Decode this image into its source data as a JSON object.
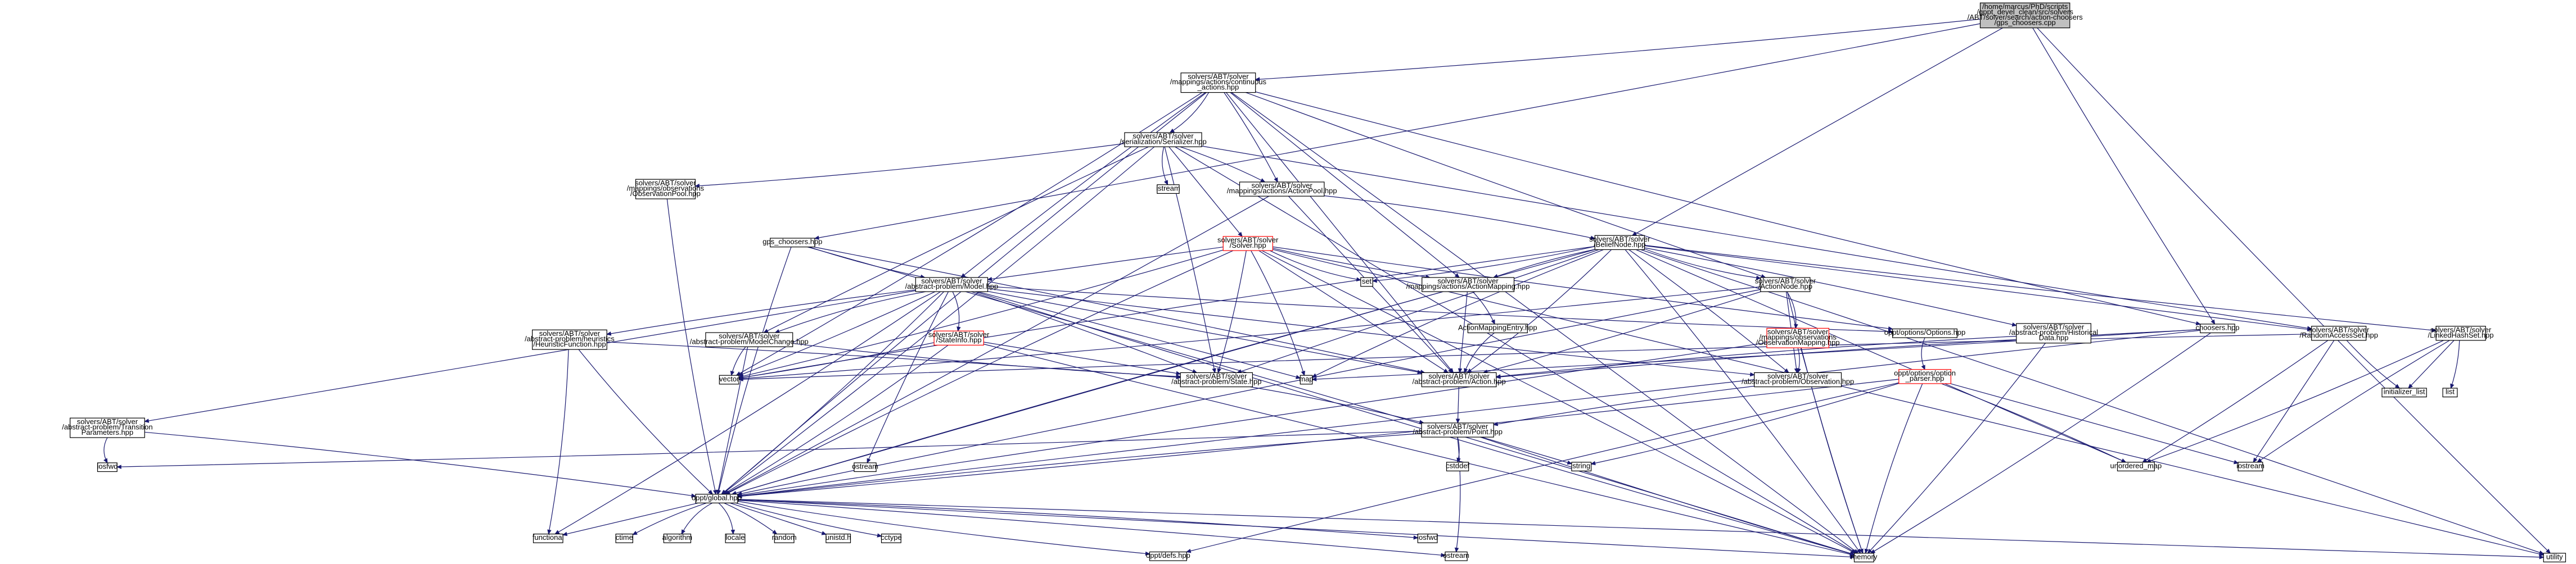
{
  "diagram": {
    "colors": {
      "edge": "#191970",
      "node_fill": "#ffffff",
      "root_fill": "#bfbfbf",
      "truncated_border": "#ff0000",
      "normal_border": "#000000"
    },
    "nodes": [
      {
        "id": "root",
        "lines": [
          "/home/marcus/PhD/scripts",
          "/gppt_devel_clean/src/solvers",
          "/ABT/solver/search/action-choosers",
          "/gps_choosers.cpp"
        ],
        "style": "root"
      },
      {
        "id": "cont_actions",
        "lines": [
          "solvers/ABT/solver",
          "/mappings/actions/continuous",
          "_actions.hpp"
        ]
      },
      {
        "id": "gps_hpp",
        "lines": [
          "gps_choosers.hpp"
        ]
      },
      {
        "id": "belief_node",
        "lines": [
          "solvers/ABT/solver",
          "/BeliefNode.hpp"
        ]
      },
      {
        "id": "choosers",
        "lines": [
          "choosers.hpp"
        ]
      },
      {
        "id": "serializer",
        "lines": [
          "solvers/ABT/solver",
          "/serialization/Serializer.hpp"
        ]
      },
      {
        "id": "obs_pool",
        "lines": [
          "solvers/ABT/solver",
          "/mappings/observations",
          "/ObservationPool.hpp"
        ]
      },
      {
        "id": "action_pool",
        "lines": [
          "solvers/ABT/solver",
          "/mappings/actions/ActionPool.hpp"
        ]
      },
      {
        "id": "solver_hpp",
        "lines": [
          "solvers/ABT/solver",
          "/Solver.hpp"
        ],
        "style": "truncated"
      },
      {
        "id": "model_hpp",
        "lines": [
          "solvers/ABT/solver",
          "/abstract-problem/Model.hpp"
        ]
      },
      {
        "id": "action_mapping",
        "lines": [
          "solvers/ABT/solver",
          "/mappings/actions/ActionMapping.hpp"
        ]
      },
      {
        "id": "action_node",
        "lines": [
          "solvers/ABT/solver",
          "/ActionNode.hpp"
        ]
      },
      {
        "id": "historical_data",
        "lines": [
          "solvers/ABT/solver",
          "/abstract-problem/Historical",
          "Data.hpp"
        ]
      },
      {
        "id": "random_access",
        "lines": [
          "solvers/ABT/solver",
          "/RandomAccessSet.hpp"
        ]
      },
      {
        "id": "linked_hash",
        "lines": [
          "solvers/ABT/solver",
          "/LinkedHashSet.hpp"
        ]
      },
      {
        "id": "heuristic",
        "lines": [
          "solvers/ABT/solver",
          "/abstract-problem/heuristics",
          "/HeuristicFunction.hpp"
        ]
      },
      {
        "id": "model_change",
        "lines": [
          "solvers/ABT/solver",
          "/abstract-problem/ModelChange.hpp"
        ]
      },
      {
        "id": "state_info",
        "lines": [
          "solvers/ABT/solver",
          "/StateInfo.hpp"
        ],
        "style": "truncated"
      },
      {
        "id": "action_mapping_entry",
        "lines": [
          "ActionMappingEntry.hpp"
        ]
      },
      {
        "id": "obs_mapping",
        "lines": [
          "solvers/ABT/solver",
          "/mappings/observations",
          "/ObservationMapping.hpp"
        ],
        "style": "truncated"
      },
      {
        "id": "options",
        "lines": [
          "oppt/options/Options.hpp"
        ]
      },
      {
        "id": "vector",
        "lines": [
          "vector"
        ]
      },
      {
        "id": "map",
        "lines": [
          "map"
        ]
      },
      {
        "id": "state_hpp",
        "lines": [
          "solvers/ABT/solver",
          "/abstract-problem/State.hpp"
        ]
      },
      {
        "id": "action_hpp",
        "lines": [
          "solvers/ABT/solver",
          "/abstract-problem/Action.hpp"
        ]
      },
      {
        "id": "observation_hpp",
        "lines": [
          "solvers/ABT/solver",
          "/abstract-problem/Observation.hpp"
        ]
      },
      {
        "id": "option_parser",
        "lines": [
          "oppt/options/option",
          "_parser.hpp"
        ],
        "style": "truncated"
      },
      {
        "id": "transition_params",
        "lines": [
          "solvers/ABT/solver",
          "/abstract-problem/Transition",
          "Parameters.hpp"
        ]
      },
      {
        "id": "point_hpp",
        "lines": [
          "solvers/ABT/solver",
          "/abstract-problem/Point.hpp"
        ]
      },
      {
        "id": "iosfwd_t",
        "lines": [
          "iosfwd"
        ]
      },
      {
        "id": "cstddef",
        "lines": [
          "cstddef"
        ]
      },
      {
        "id": "string",
        "lines": [
          "string"
        ]
      },
      {
        "id": "unordered_map",
        "lines": [
          "unordered_map"
        ]
      },
      {
        "id": "iostream",
        "lines": [
          "iostream"
        ]
      },
      {
        "id": "initializer_list",
        "lines": [
          "initializer_list"
        ]
      },
      {
        "id": "list",
        "lines": [
          "list"
        ]
      },
      {
        "id": "global",
        "lines": [
          "oppt/global.hpp"
        ]
      },
      {
        "id": "set",
        "lines": [
          "set"
        ]
      },
      {
        "id": "utility",
        "lines": [
          "utility"
        ]
      },
      {
        "id": "istream",
        "lines": [
          "istream"
        ]
      },
      {
        "id": "ostream_b",
        "lines": [
          "ostream"
        ]
      },
      {
        "id": "ostream_m",
        "lines": [
          "ostream"
        ]
      },
      {
        "id": "functional",
        "lines": [
          "functional"
        ]
      },
      {
        "id": "ctime",
        "lines": [
          "ctime"
        ]
      },
      {
        "id": "algorithm",
        "lines": [
          "algorithm"
        ]
      },
      {
        "id": "locale",
        "lines": [
          "locale"
        ]
      },
      {
        "id": "random",
        "lines": [
          "random"
        ]
      },
      {
        "id": "unistd",
        "lines": [
          "unistd.h"
        ]
      },
      {
        "id": "cctype",
        "lines": [
          "cctype"
        ]
      },
      {
        "id": "oppt_defs",
        "lines": [
          "oppt/defs.hpp"
        ]
      },
      {
        "id": "iosfwd_b",
        "lines": [
          "iosfwd"
        ]
      },
      {
        "id": "memory",
        "lines": [
          "memory"
        ]
      }
    ],
    "edges": [
      [
        "root",
        "cont_actions"
      ],
      [
        "root",
        "gps_hpp"
      ],
      [
        "root",
        "belief_node"
      ],
      [
        "root",
        "choosers"
      ],
      [
        "root",
        "utility"
      ],
      [
        "cont_actions",
        "serializer"
      ],
      [
        "cont_actions",
        "action_pool"
      ],
      [
        "cont_actions",
        "action_mapping"
      ],
      [
        "cont_actions",
        "model_hpp"
      ],
      [
        "cont_actions",
        "global"
      ],
      [
        "cont_actions",
        "vector"
      ],
      [
        "cont_actions",
        "memory"
      ],
      [
        "cont_actions",
        "action_hpp"
      ],
      [
        "cont_actions",
        "action_node"
      ],
      [
        "cont_actions",
        "choosers"
      ],
      [
        "serializer",
        "obs_pool"
      ],
      [
        "serializer",
        "action_pool"
      ],
      [
        "serializer",
        "solver_hpp"
      ],
      [
        "serializer",
        "model_change"
      ],
      [
        "serializer",
        "istream"
      ],
      [
        "serializer",
        "global"
      ],
      [
        "serializer",
        "state_hpp"
      ],
      [
        "serializer",
        "memory"
      ],
      [
        "serializer",
        "random_access"
      ],
      [
        "obs_pool",
        "global"
      ],
      [
        "action_pool",
        "belief_node"
      ],
      [
        "action_pool",
        "global"
      ],
      [
        "action_pool",
        "action_hpp"
      ],
      [
        "gps_hpp",
        "model_hpp"
      ],
      [
        "gps_hpp",
        "global"
      ],
      [
        "gps_hpp",
        "memory"
      ],
      [
        "gps_hpp",
        "action_hpp"
      ],
      [
        "solver_hpp",
        "model_hpp"
      ],
      [
        "solver_hpp",
        "action_mapping"
      ],
      [
        "solver_hpp",
        "set"
      ],
      [
        "solver_hpp",
        "map"
      ],
      [
        "solver_hpp",
        "state_hpp"
      ],
      [
        "solver_hpp",
        "action_hpp"
      ],
      [
        "solver_hpp",
        "options"
      ],
      [
        "solver_hpp",
        "global"
      ],
      [
        "solver_hpp",
        "vector"
      ],
      [
        "solver_hpp",
        "memory"
      ],
      [
        "solver_hpp",
        "utility"
      ],
      [
        "belief_node",
        "action_mapping"
      ],
      [
        "belief_node",
        "action_node"
      ],
      [
        "belief_node",
        "set"
      ],
      [
        "belief_node",
        "historical_data"
      ],
      [
        "belief_node",
        "random_access"
      ],
      [
        "belief_node",
        "linked_hash"
      ],
      [
        "belief_node",
        "map"
      ],
      [
        "belief_node",
        "action_hpp"
      ],
      [
        "belief_node",
        "observation_hpp"
      ],
      [
        "belief_node",
        "state_hpp"
      ],
      [
        "belief_node",
        "global"
      ],
      [
        "belief_node",
        "vector"
      ],
      [
        "belief_node",
        "memory"
      ],
      [
        "belief_node",
        "utility"
      ],
      [
        "belief_node",
        "unordered_map"
      ],
      [
        "choosers",
        "global"
      ],
      [
        "choosers",
        "action_hpp"
      ],
      [
        "choosers",
        "memory"
      ],
      [
        "choosers",
        "map"
      ],
      [
        "model_hpp",
        "transition_params"
      ],
      [
        "model_hpp",
        "heuristic"
      ],
      [
        "model_hpp",
        "model_change"
      ],
      [
        "model_hpp",
        "state_info"
      ],
      [
        "model_hpp",
        "state_hpp"
      ],
      [
        "model_hpp",
        "action_hpp"
      ],
      [
        "model_hpp",
        "observation_hpp"
      ],
      [
        "model_hpp",
        "options"
      ],
      [
        "model_hpp",
        "global"
      ],
      [
        "model_hpp",
        "vector"
      ],
      [
        "model_hpp",
        "map"
      ],
      [
        "model_hpp",
        "ostream_b"
      ],
      [
        "model_hpp",
        "memory"
      ],
      [
        "model_hpp",
        "functional"
      ],
      [
        "action_mapping",
        "action_mapping_entry"
      ],
      [
        "action_mapping",
        "action_hpp"
      ],
      [
        "action_mapping",
        "global"
      ],
      [
        "action_mapping_entry",
        "action_hpp"
      ],
      [
        "action_node",
        "obs_mapping"
      ],
      [
        "action_node",
        "action_hpp"
      ],
      [
        "action_node",
        "observation_hpp"
      ],
      [
        "action_node",
        "global"
      ],
      [
        "action_node",
        "memory"
      ],
      [
        "action_node",
        "vector"
      ],
      [
        "obs_mapping",
        "observation_hpp"
      ],
      [
        "obs_mapping",
        "global"
      ],
      [
        "obs_mapping",
        "memory"
      ],
      [
        "historical_data",
        "action_hpp"
      ],
      [
        "historical_data",
        "memory"
      ],
      [
        "random_access",
        "unordered_map"
      ],
      [
        "random_access",
        "iostream"
      ],
      [
        "random_access",
        "initializer_list"
      ],
      [
        "random_access",
        "vector"
      ],
      [
        "linked_hash",
        "unordered_map"
      ],
      [
        "linked_hash",
        "list"
      ],
      [
        "linked_hash",
        "initializer_list"
      ],
      [
        "linked_hash",
        "iostream"
      ],
      [
        "heuristic",
        "global"
      ],
      [
        "heuristic",
        "functional"
      ],
      [
        "heuristic",
        "state_hpp"
      ],
      [
        "model_change",
        "global"
      ],
      [
        "model_change",
        "vector"
      ],
      [
        "model_change",
        "state_hpp"
      ],
      [
        "state_info",
        "global"
      ],
      [
        "state_info",
        "vector"
      ],
      [
        "state_info",
        "state_hpp"
      ],
      [
        "state_info",
        "memory"
      ],
      [
        "options",
        "option_parser"
      ],
      [
        "option_parser",
        "string"
      ],
      [
        "option_parser",
        "unordered_map"
      ],
      [
        "option_parser",
        "iostream"
      ],
      [
        "option_parser",
        "oppt_defs"
      ],
      [
        "option_parser",
        "memory"
      ],
      [
        "option_parser",
        "global"
      ],
      [
        "state_hpp",
        "point_hpp"
      ],
      [
        "action_hpp",
        "point_hpp"
      ],
      [
        "observation_hpp",
        "point_hpp"
      ],
      [
        "transition_params",
        "iosfwd_t"
      ],
      [
        "transition_params",
        "global"
      ],
      [
        "point_hpp",
        "cstddef"
      ],
      [
        "point_hpp",
        "string"
      ],
      [
        "point_hpp",
        "memory"
      ],
      [
        "point_hpp",
        "global"
      ],
      [
        "point_hpp",
        "ostream_m"
      ],
      [
        "point_hpp",
        "iosfwd_t"
      ],
      [
        "global",
        "functional"
      ],
      [
        "global",
        "ctime"
      ],
      [
        "global",
        "algorithm"
      ],
      [
        "global",
        "locale"
      ],
      [
        "global",
        "random"
      ],
      [
        "global",
        "unistd"
      ],
      [
        "global",
        "cctype"
      ],
      [
        "global",
        "oppt_defs"
      ],
      [
        "global",
        "iosfwd_b"
      ],
      [
        "global",
        "ostream_m"
      ],
      [
        "global",
        "memory"
      ],
      [
        "global",
        "utility"
      ]
    ]
  }
}
